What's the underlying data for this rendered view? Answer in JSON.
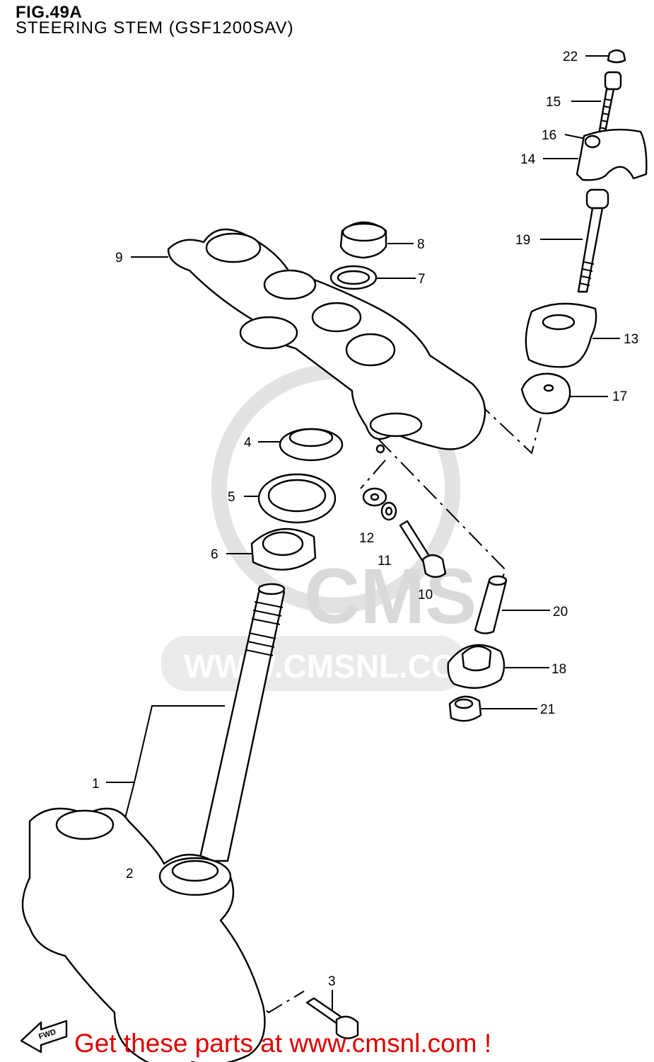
{
  "header": {
    "title": "FIG.49A",
    "subtitle": "STEERING STEM (GSF1200SAV)"
  },
  "watermark": {
    "logo_text": "CMS",
    "url_text": "WWW.CMSNL.COM"
  },
  "callouts": [
    "1",
    "2",
    "3",
    "4",
    "5",
    "6",
    "7",
    "8",
    "9",
    "10",
    "11",
    "12",
    "13",
    "14",
    "15",
    "16",
    "17",
    "18",
    "19",
    "20",
    "21",
    "22"
  ],
  "fwd_icon": {
    "label": "FWD",
    "icon": "forward-arrow-icon"
  },
  "promo_text": "Get these parts at www.cmsnl.com !",
  "colors": {
    "promo": "#e00000",
    "watermark": "#d9d9d9",
    "line": "#000000"
  }
}
